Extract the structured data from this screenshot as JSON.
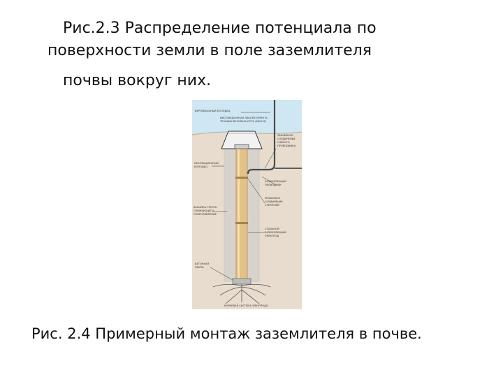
{
  "captions": {
    "fig23_line1": "Рис.2.3 Распределение потенциала по",
    "fig23_line2": "поверхности земли в поле заземлителя",
    "fig23_line3": "почвы вокруг них.",
    "fig24": "Рис. 2.4 Примерный монтаж заземлителя в почве."
  },
  "figure": {
    "labels": {
      "vertical_hole": "ВЕРТИКАЛЬНЫЙ КОЛОДЕЦ",
      "inspection": "ИНСПЕКЦИОННАЯ ЛАБОРАТОРИЯ ЕС",
      "inspection2": "ТЕХНИКИ БЕЗОПАСНОСТИ (МУФТА)",
      "clamp": "ЗАЖИМНОЕ",
      "clamp2": "СОЕДИНЕНИЕ",
      "clamp3": "ГИБКОГО",
      "clamp4": "ПРОВОДНИКА",
      "inspection_well": "ИНСПЕКЦИОННЫЙ",
      "inspection_well2": "КОЛОДЕЦ",
      "ground_wire": "ЗАЗЕМЛЯЮЩИЙ",
      "ground_wire2": "ПРОВОДНИК",
      "thread": "РЕЗЬБОВОЕ",
      "thread2": "СОЕДИНЕНИЕ",
      "thread3": "СТЕРЖНЕЙ",
      "backfill": "ЗАСЫПКА ГРУНТА",
      "backfill2": "СНИЖАЮЩЕГО",
      "backfill3": "СОПРОТИВЛЕНИЕ",
      "electrode": "СТАЛЬНОЙ",
      "electrode2": "ЗАЗЕМЛЯЮЩИЙ",
      "electrode3": "ЭЛЕКТРОД",
      "concrete": "БЕТОННАЯ",
      "concrete2": "ПЛИТА",
      "roots": "КОРНЕВАЯ СИСТЕМА ЭЛЕКТРОДА"
    },
    "colors": {
      "sky": "#cfe6f3",
      "soil": "#e7dccd",
      "backfill": "#d7d2cb",
      "rod": "#e2c288",
      "rod_shade": "#b8904c",
      "cable": "#4a4a4a"
    }
  }
}
